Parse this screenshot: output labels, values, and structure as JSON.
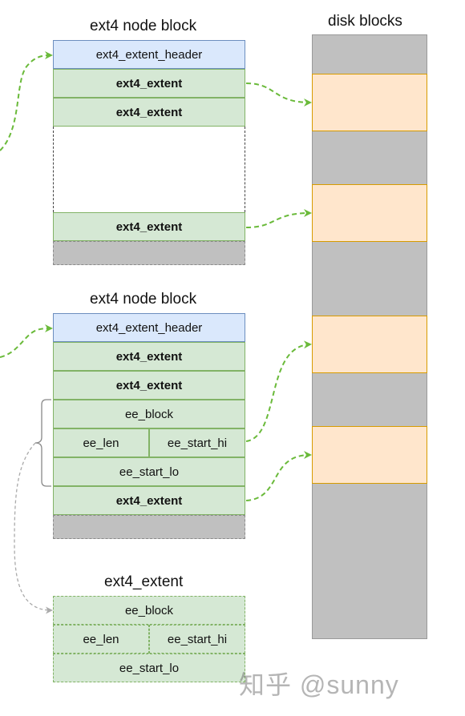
{
  "titles": {
    "node_block_1": "ext4 node block",
    "node_block_2": "ext4 node block",
    "extent_detail": "ext4_extent",
    "disk": "disk blocks"
  },
  "block1": {
    "header": "ext4_extent_header",
    "extents": [
      "ext4_extent",
      "ext4_extent",
      "ext4_extent"
    ]
  },
  "block2": {
    "header": "ext4_extent_header",
    "extents": [
      "ext4_extent",
      "ext4_extent",
      "ext4_extent"
    ],
    "fields": {
      "ee_block": "ee_block",
      "ee_len": "ee_len",
      "ee_start_hi": "ee_start_hi",
      "ee_start_lo": "ee_start_lo"
    }
  },
  "detail": {
    "ee_block": "ee_block",
    "ee_len": "ee_len",
    "ee_start_hi": "ee_start_hi",
    "ee_start_lo": "ee_start_lo"
  },
  "watermark": "知乎 @sunny",
  "colors": {
    "extent_fill": "#d5e8d4",
    "header_fill": "#dae8fc",
    "disk_fill": "#c0c0c0",
    "data_block_fill": "#ffe6cc",
    "arrow": "#6aba3a"
  }
}
